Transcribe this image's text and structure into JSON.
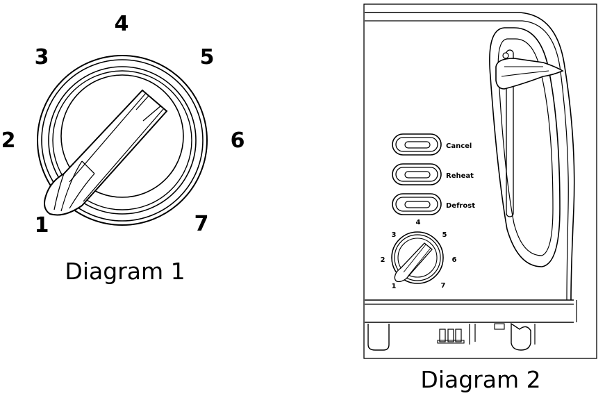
{
  "diagram1": {
    "caption": "Diagram 1",
    "dial_numbers": [
      "1",
      "2",
      "3",
      "4",
      "5",
      "6",
      "7"
    ]
  },
  "diagram2": {
    "caption": "Diagram 2",
    "buttons": [
      "Cancel",
      "Reheat",
      "Defrost"
    ],
    "dial_numbers": [
      "1",
      "2",
      "3",
      "4",
      "5",
      "6",
      "7"
    ]
  }
}
